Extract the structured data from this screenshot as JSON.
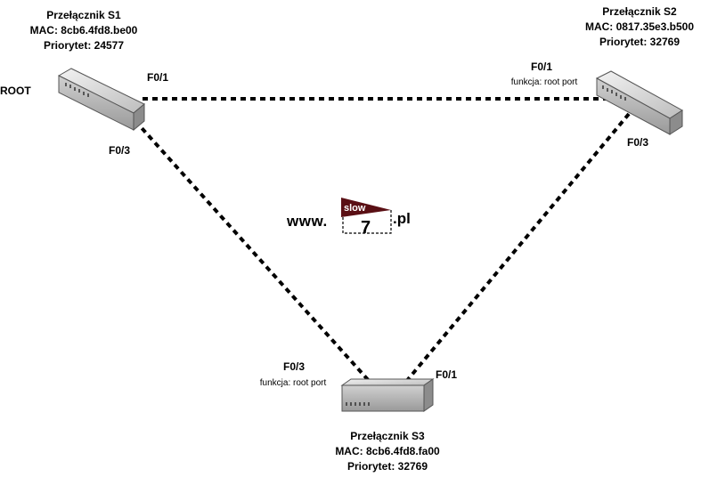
{
  "switches": {
    "s1": {
      "name": "Przełącznik S1",
      "mac": "MAC: 8cb6.4fd8.be00",
      "priority": "Priorytet: 24577",
      "role": "ROOT"
    },
    "s2": {
      "name": "Przełącznik S2",
      "mac": "MAC: 0817.35e3.b500",
      "priority": "Priorytet: 32769"
    },
    "s3": {
      "name": "Przełącznik S3",
      "mac": "MAC: 8cb6.4fd8.fa00",
      "priority": "Priorytet: 32769"
    }
  },
  "ports": {
    "s1_f01": "F0/1",
    "s1_f03": "F0/3",
    "s2_f01": "F0/1",
    "s2_f01_function": "funkcja: root port",
    "s2_f03": "F0/3",
    "s3_f03": "F0/3",
    "s3_f03_function": "funkcja: root port",
    "s3_f01": "F0/1"
  },
  "logo": {
    "prefix": "www.",
    "flag_text": "slow",
    "digit": "7",
    "suffix": ".pl"
  },
  "colors": {
    "flag": "#5a0f14",
    "link": "#000000",
    "switch_body": "#d9d9d9"
  }
}
